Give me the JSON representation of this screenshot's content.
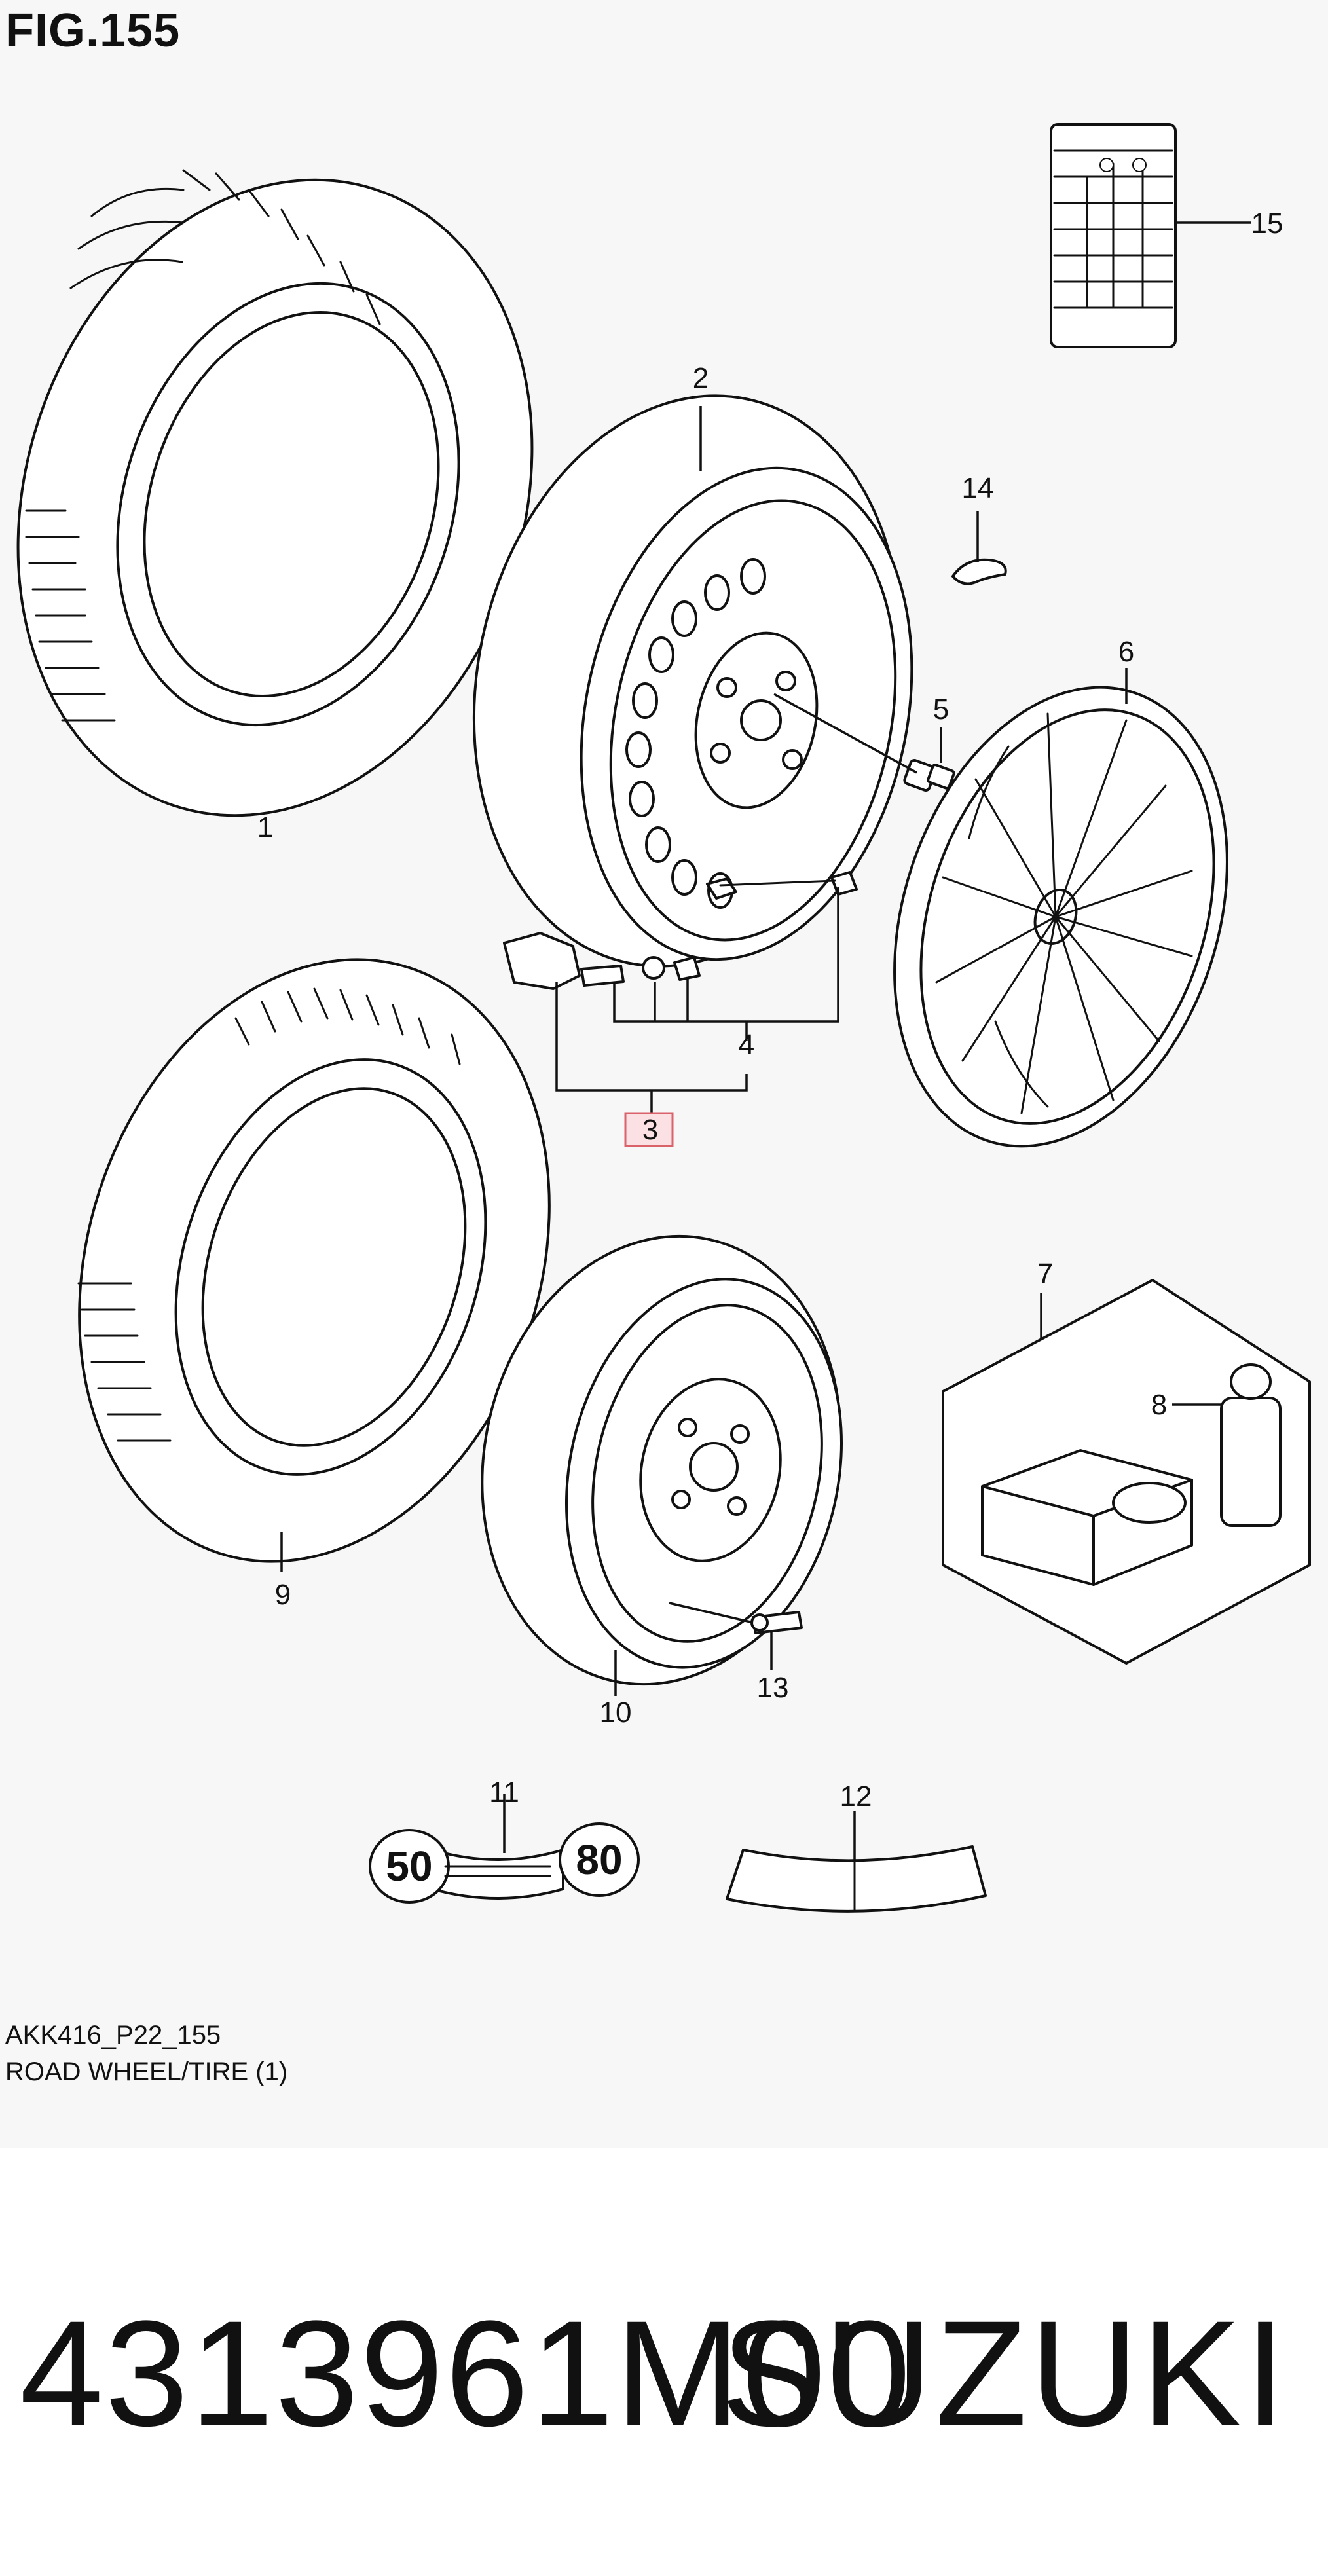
{
  "figure": {
    "title": "FIG.155"
  },
  "callouts": [
    {
      "number": "1",
      "part": "tire"
    },
    {
      "number": "2",
      "part": "steel-wheel"
    },
    {
      "number": "3",
      "part": "tpms-sensor-assembly",
      "highlighted": true
    },
    {
      "number": "4",
      "part": "valve-kit"
    },
    {
      "number": "5",
      "part": "wheel-bolt"
    },
    {
      "number": "6",
      "part": "wheel-cover"
    },
    {
      "number": "7",
      "part": "tire-repair-kit"
    },
    {
      "number": "8",
      "part": "sealant-bottle"
    },
    {
      "number": "9",
      "part": "spare-tire"
    },
    {
      "number": "10",
      "part": "spare-wheel"
    },
    {
      "number": "11",
      "part": "speed-label"
    },
    {
      "number": "12",
      "part": "label-strip"
    },
    {
      "number": "13",
      "part": "valve-stem"
    },
    {
      "number": "14",
      "part": "balance-weight"
    },
    {
      "number": "15",
      "part": "tire-pressure-placard"
    }
  ],
  "speed_label": {
    "left_value": "50",
    "right_value": "80"
  },
  "highlight_color": "#fbe1e3",
  "highlight_border": "#d9626b",
  "document": {
    "code": "AKK416_P22_155",
    "caption": "ROAD WHEEL/TIRE (1)"
  },
  "footer": {
    "part_number": "4313961M00",
    "brand": "SUZUKI"
  }
}
